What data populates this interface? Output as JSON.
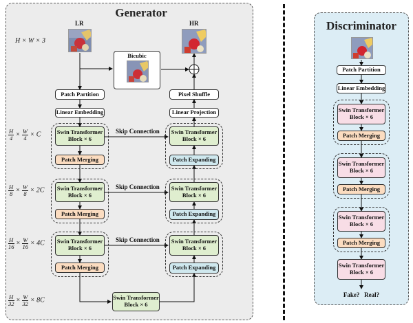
{
  "generator": {
    "title": "Generator",
    "lr_label": "LR",
    "hr_label": "HR",
    "input_dim": "H × W × 3",
    "bicubic_label": "Bicubic",
    "patch_partition": "Patch Partition",
    "linear_embedding": "Linear Embedding",
    "pixel_shuffle": "Pixel Shuffle",
    "linear_projection": "Linear Projection",
    "swin_block_line1": "Swin Transformer",
    "swin_block_line2": "Block × 6",
    "patch_merging": "Patch Merging",
    "patch_expanding": "Patch Expanding",
    "skip_connection": "Skip Connection",
    "dims": [
      {
        "h": "H",
        "hd": "4",
        "w": "W",
        "wd": "4",
        "c": "C"
      },
      {
        "h": "H",
        "hd": "8",
        "w": "W",
        "wd": "8",
        "c": "2C"
      },
      {
        "h": "H",
        "hd": "16",
        "w": "W",
        "wd": "16",
        "c": "4C"
      },
      {
        "h": "H",
        "hd": "32",
        "w": "W",
        "wd": "32",
        "c": "8C"
      }
    ]
  },
  "discriminator": {
    "title": "Discriminator",
    "patch_partition": "Patch Partition",
    "linear_embedding": "Linear Embedding",
    "swin_block_line1": "Swin Transformer",
    "swin_block_line2": "Block × 6",
    "patch_merging": "Patch Merging",
    "output_label": "Fake?   Real?"
  }
}
